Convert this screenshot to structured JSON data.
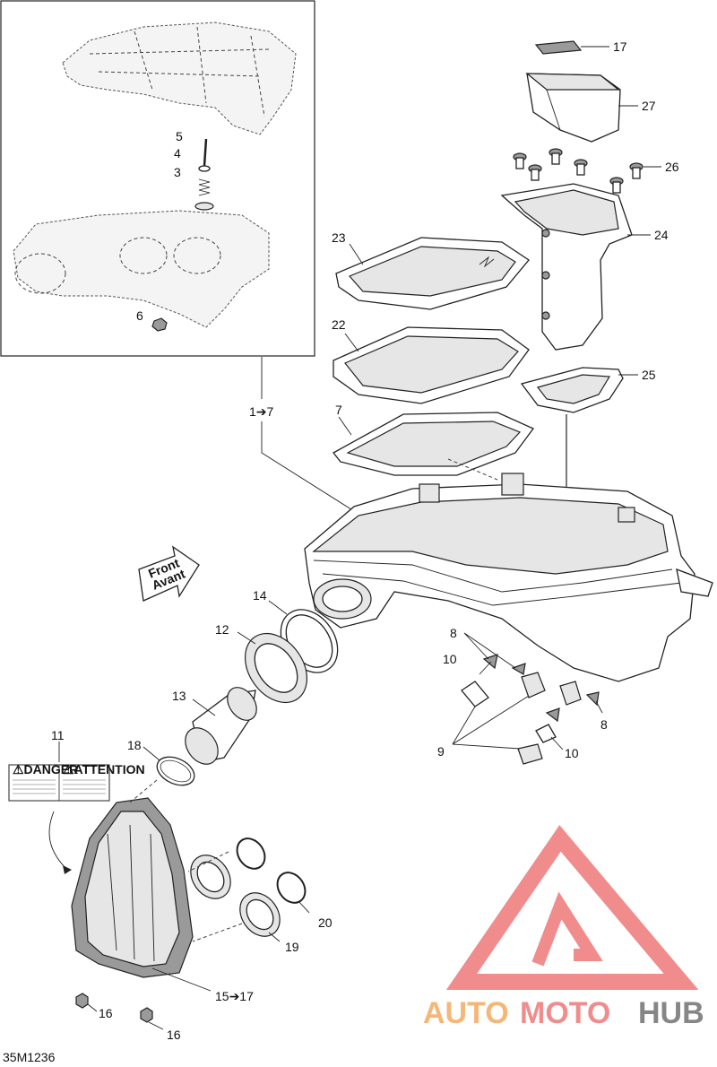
{
  "labels": {
    "l17_top": "17",
    "l27": "27",
    "l26": "26",
    "l24": "24",
    "l23": "23",
    "l22": "22",
    "l25": "25",
    "l1_7": "1➔7",
    "l7": "7",
    "l5": "5",
    "l4": "4",
    "l3": "3",
    "l6": "6",
    "l14": "14",
    "l12": "12",
    "l13": "13",
    "l18": "18",
    "l11": "11",
    "l8a": "8",
    "l10a": "10",
    "l8b": "8",
    "l9": "9",
    "l10b": "10",
    "l20": "20",
    "l19": "19",
    "l15_17": "15➔17",
    "l16a": "16",
    "l16b": "16"
  },
  "front_arrow": {
    "line1": "Front",
    "line2": "Avant"
  },
  "warning_label": {
    "left": "⚠DANGER",
    "right": "⚠ATTENTION"
  },
  "watermark": {
    "part1": "AUTO",
    "part2": "MOTO",
    "part3": "HUB"
  },
  "code": "35M1236",
  "colors": {
    "watermark_red": "#f08080",
    "watermark_orange": "#f5b06a",
    "watermark_gray": "#7a7a7a"
  }
}
